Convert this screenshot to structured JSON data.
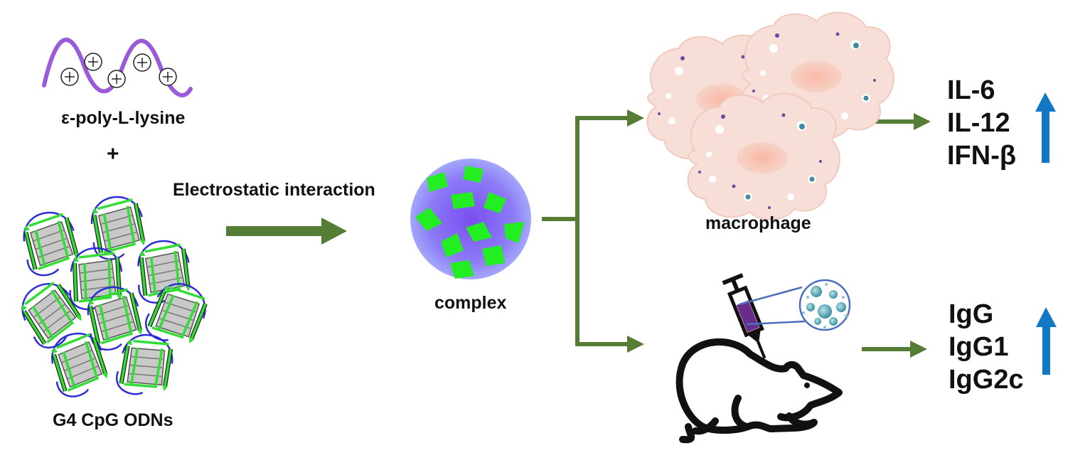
{
  "labels": {
    "polylysine": "ε-poly-L-lysine",
    "plus": "+",
    "cpg": "G4 CpG ODNs",
    "process": "Electrostatic interaction",
    "complex": "complex",
    "macrophage": "macrophage"
  },
  "cytokines": [
    "IL-6",
    "IL-12",
    "IFN-β"
  ],
  "antibodies": [
    "IgG",
    "IgG1",
    "IgG2c"
  ],
  "colors": {
    "arrow_green": "#567d35",
    "up_arrow_blue": "#1378c4",
    "polylysine_wave": "#9b5bd9",
    "complex_sphere": "#8e7bf6",
    "complex_fragments": "#22ee22",
    "g4_loop": "#2d2dd6",
    "g4_strand": "#33dd33",
    "cell_body": "#f6d9cf",
    "syringe_fluid": "#6a2c8c"
  },
  "icons": [
    "mouse-icon",
    "syringe-icon",
    "macrophage-cells-icon",
    "g4-quadruplex-icon",
    "nanoparticle-complex-icon",
    "up-arrow-icon"
  ]
}
